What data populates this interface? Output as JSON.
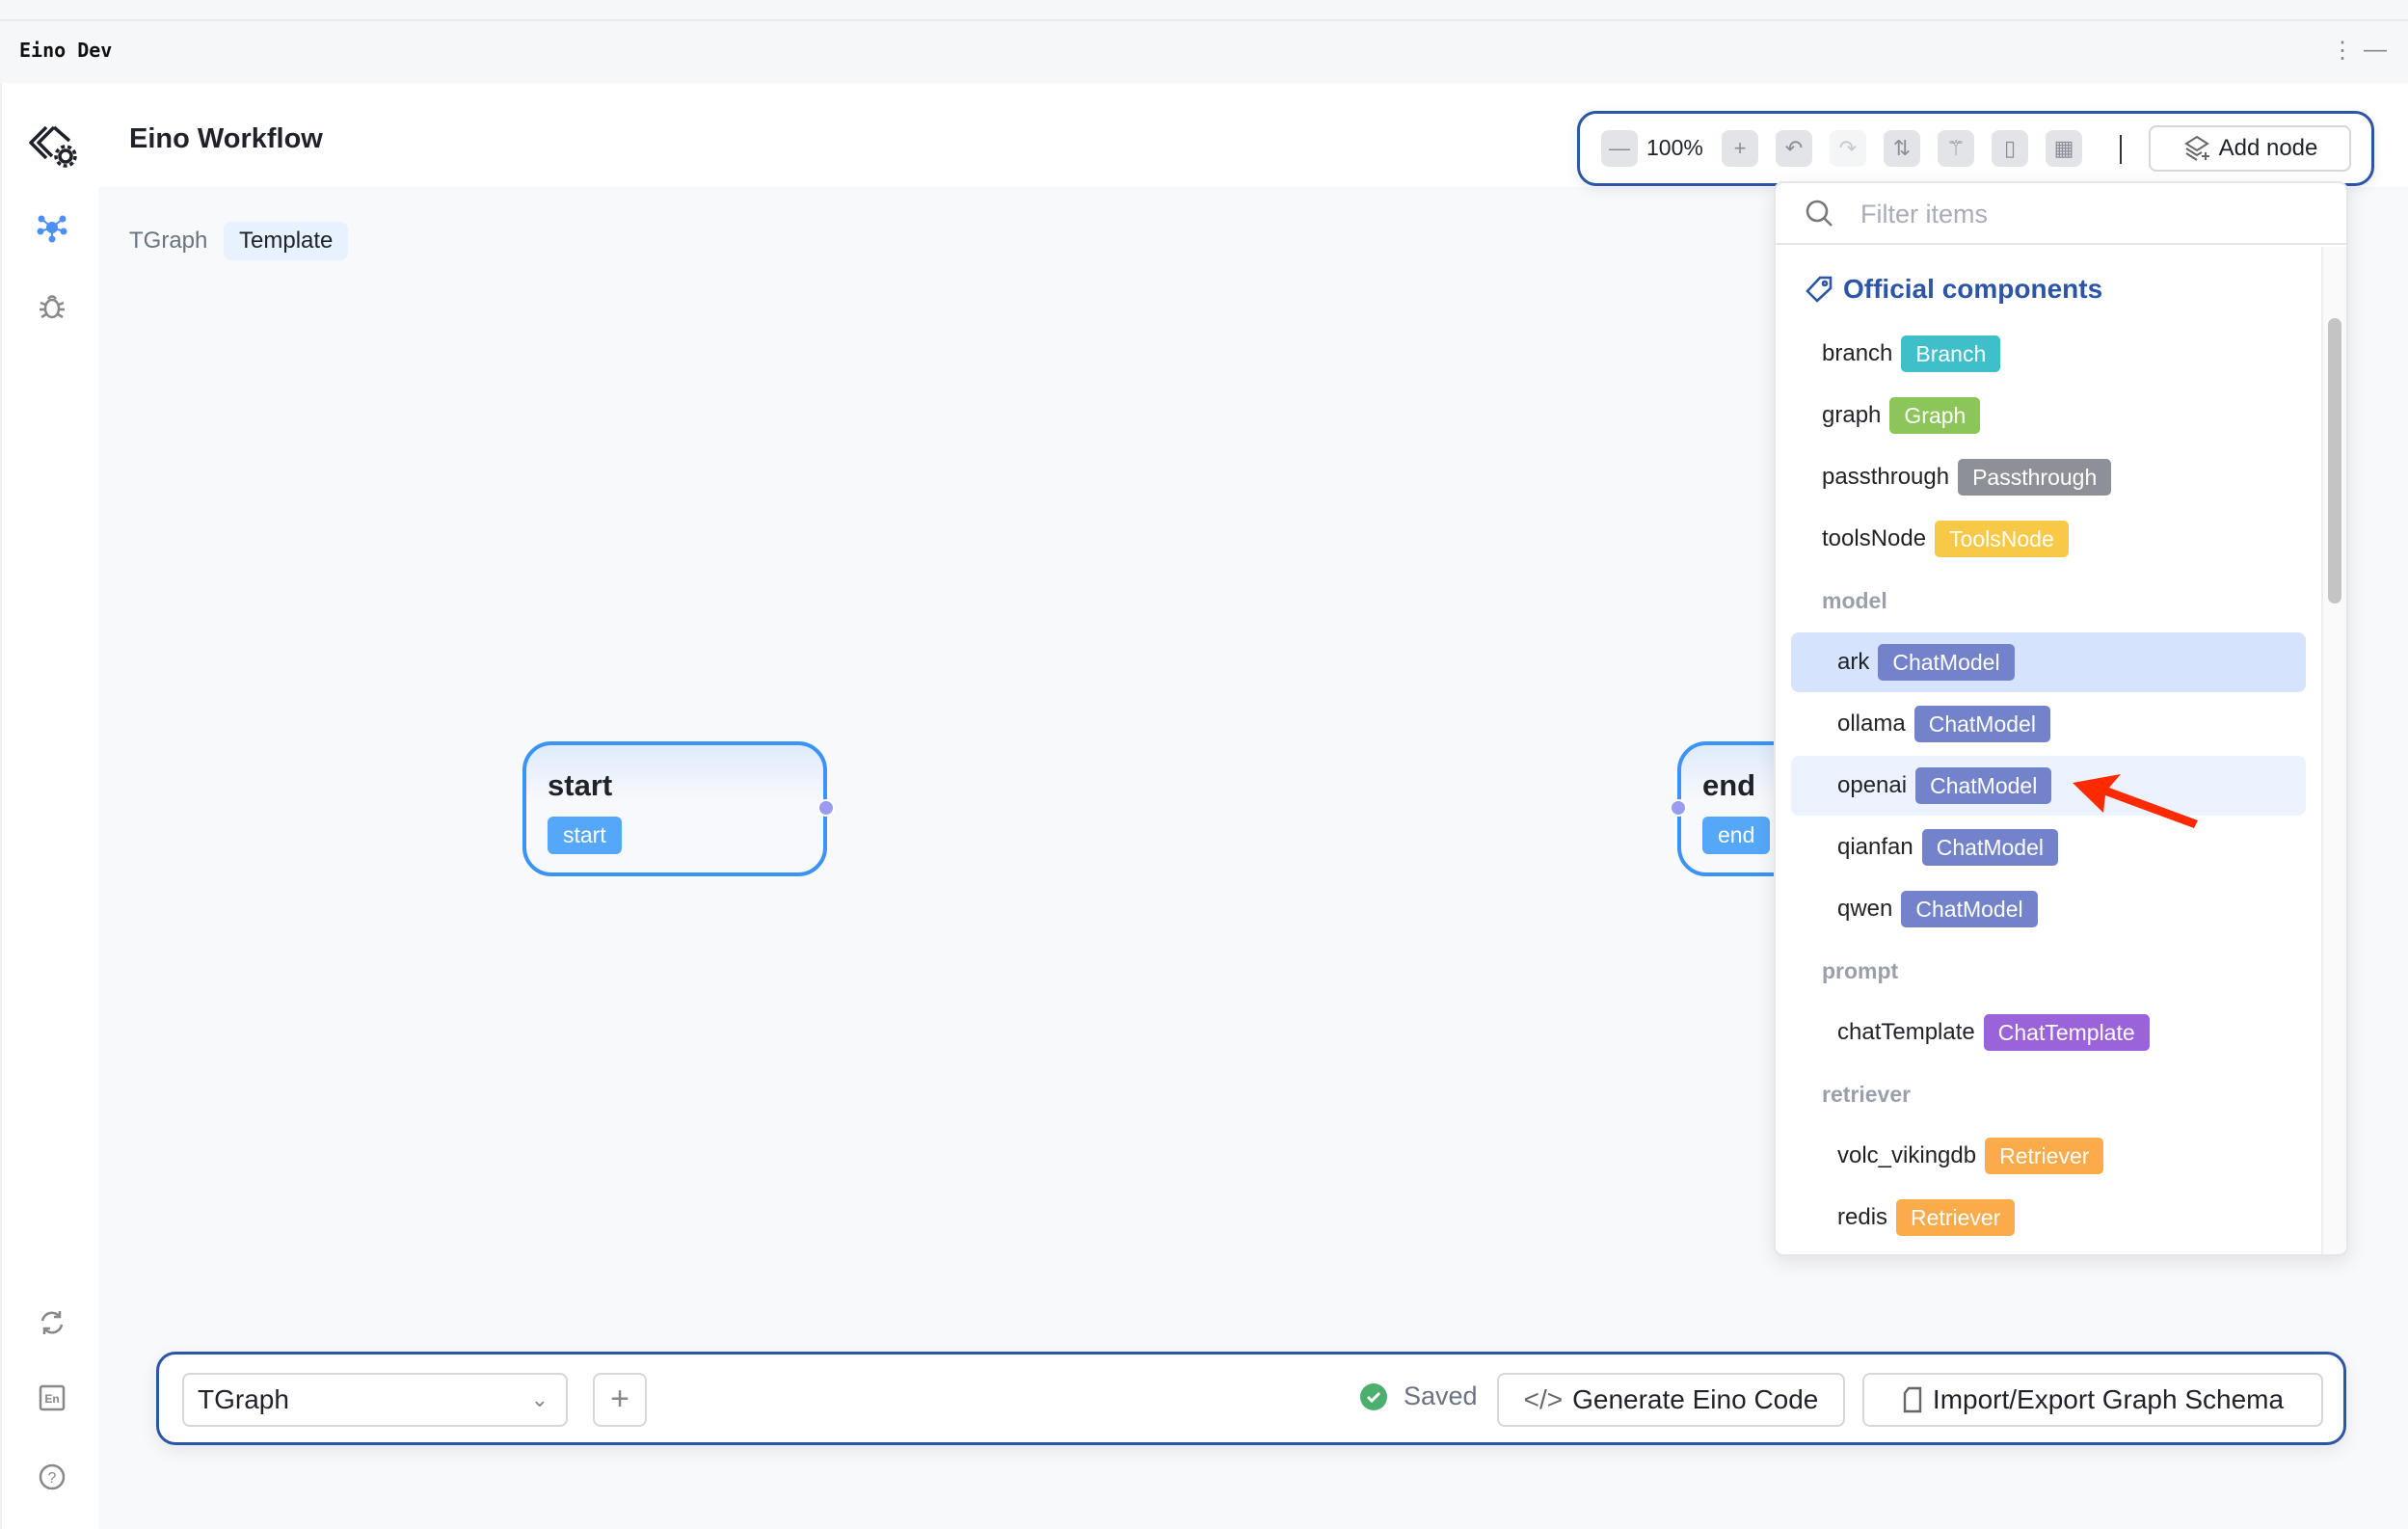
{
  "window": {
    "title": "Eino Dev",
    "more_icon": "⋮",
    "minimize_icon": "—"
  },
  "header": {
    "title": "Eino Workflow"
  },
  "breadcrumb": {
    "graph": "TGraph",
    "tag": "Template"
  },
  "toolbar": {
    "zoom": "100%",
    "add_node": "Add node"
  },
  "nodes": {
    "start": {
      "title": "start",
      "tag": "start"
    },
    "end": {
      "title": "end",
      "tag": "end"
    }
  },
  "dropdown": {
    "placeholder": "Filter items",
    "section": "Official components",
    "rows": [
      {
        "type": "item",
        "name": "branch",
        "tag": "Branch",
        "color": "#3ebfca",
        "level": 0
      },
      {
        "type": "item",
        "name": "graph",
        "tag": "Graph",
        "color": "#8cc65a",
        "level": 0
      },
      {
        "type": "item",
        "name": "passthrough",
        "tag": "Passthrough",
        "color": "#8d9096",
        "level": 0
      },
      {
        "type": "item",
        "name": "toolsNode",
        "tag": "ToolsNode",
        "color": "#f8c947",
        "level": 0
      },
      {
        "type": "group",
        "name": "model"
      },
      {
        "type": "item",
        "name": "ark",
        "tag": "ChatModel",
        "color": "#7283cc",
        "level": 1,
        "state": "selected"
      },
      {
        "type": "item",
        "name": "ollama",
        "tag": "ChatModel",
        "color": "#7283cc",
        "level": 1
      },
      {
        "type": "item",
        "name": "openai",
        "tag": "ChatModel",
        "color": "#7283cc",
        "level": 1,
        "state": "hover"
      },
      {
        "type": "item",
        "name": "qianfan",
        "tag": "ChatModel",
        "color": "#7283cc",
        "level": 1
      },
      {
        "type": "item",
        "name": "qwen",
        "tag": "ChatModel",
        "color": "#7283cc",
        "level": 1
      },
      {
        "type": "group",
        "name": "prompt"
      },
      {
        "type": "item",
        "name": "chatTemplate",
        "tag": "ChatTemplate",
        "color": "#9b63d9",
        "level": 1
      },
      {
        "type": "group",
        "name": "retriever"
      },
      {
        "type": "item",
        "name": "volc_vikingdb",
        "tag": "Retriever",
        "color": "#fbab4a",
        "level": 1
      },
      {
        "type": "item",
        "name": "redis",
        "tag": "Retriever",
        "color": "#fbab4a",
        "level": 1
      }
    ]
  },
  "bottom": {
    "graph_select": "TGraph",
    "status": "Saved",
    "generate": "Generate Eino Code",
    "import_export": "Import/Export Graph Schema"
  },
  "colors": {
    "accent": "#2c55a8",
    "node_border": "#3b93f7",
    "annotation_arrow": "#ff2a00",
    "saved": "#4caf6e"
  }
}
